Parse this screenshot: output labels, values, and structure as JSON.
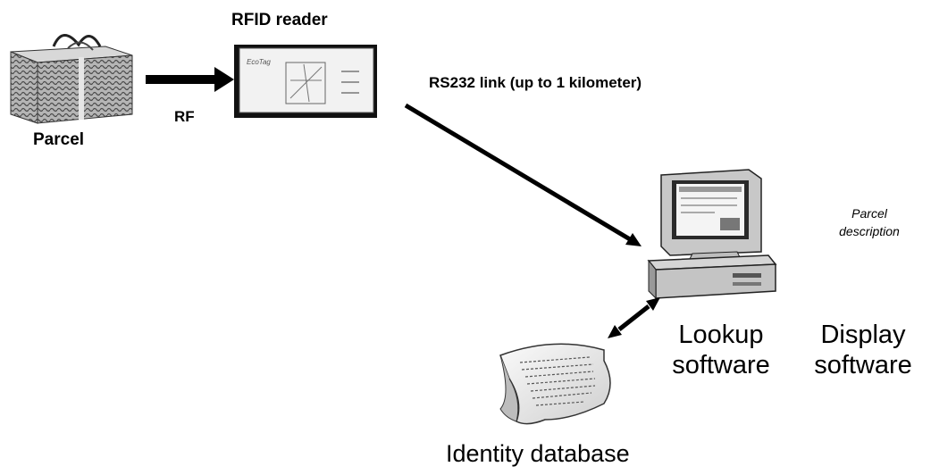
{
  "labels": {
    "parcel": "Parcel",
    "rf": "RF",
    "rfid_reader": "RFID reader",
    "rs232_link": "RS232 link (up to 1 kilometer)",
    "parcel_description_line1": "Parcel",
    "parcel_description_line2": "description",
    "lookup_line1": "Lookup",
    "lookup_line2": "software",
    "display_line1": "Display",
    "display_line2": "software",
    "identity_database": "Identity database"
  },
  "device_brand": "EcoTag"
}
